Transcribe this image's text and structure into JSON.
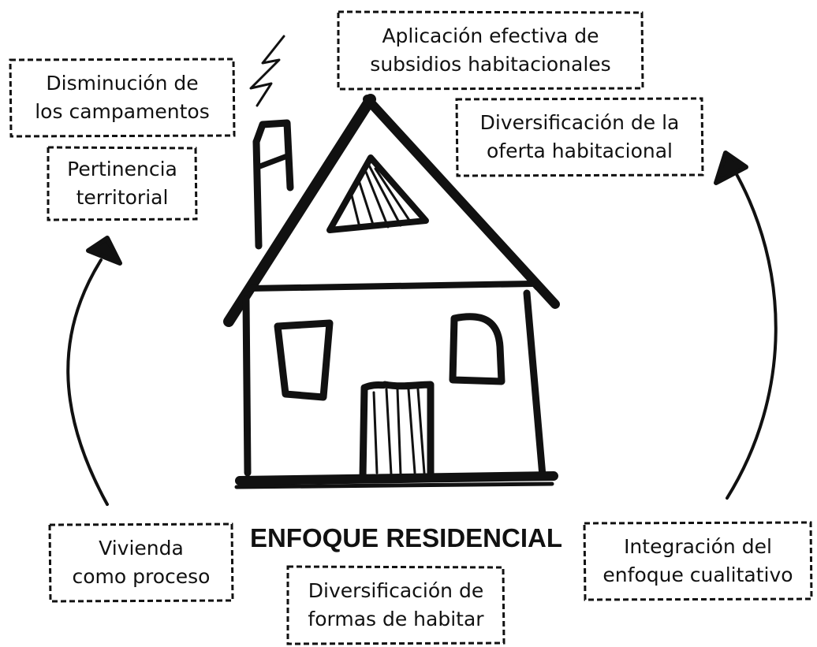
{
  "diagram": {
    "title": "ENFOQUE RESIDENCIAL",
    "outcomes": [
      {
        "id": "disminucion",
        "text": "Disminución de\nlos campamentos"
      },
      {
        "id": "aplicacion",
        "text": "Aplicación efectiva de\nsubsidios habitacionales"
      },
      {
        "id": "diversificacion-oferta",
        "text": "Diversificación de la\noferta habitacional"
      },
      {
        "id": "pertinencia",
        "text": "Pertinencia\nterritorial"
      }
    ],
    "drivers": [
      {
        "id": "vivienda",
        "text": "Vivienda\ncomo proceso"
      },
      {
        "id": "diversificacion-formas",
        "text": "Diversificación de\nformas de habitar"
      },
      {
        "id": "integracion",
        "text": "Integración del\nenfoque cualitativo"
      }
    ],
    "colors": {
      "ink": "#111111",
      "background": "#ffffff"
    },
    "icons": [
      "house-sketch-icon",
      "arrow-left-curve-icon",
      "arrow-right-curve-icon"
    ]
  }
}
